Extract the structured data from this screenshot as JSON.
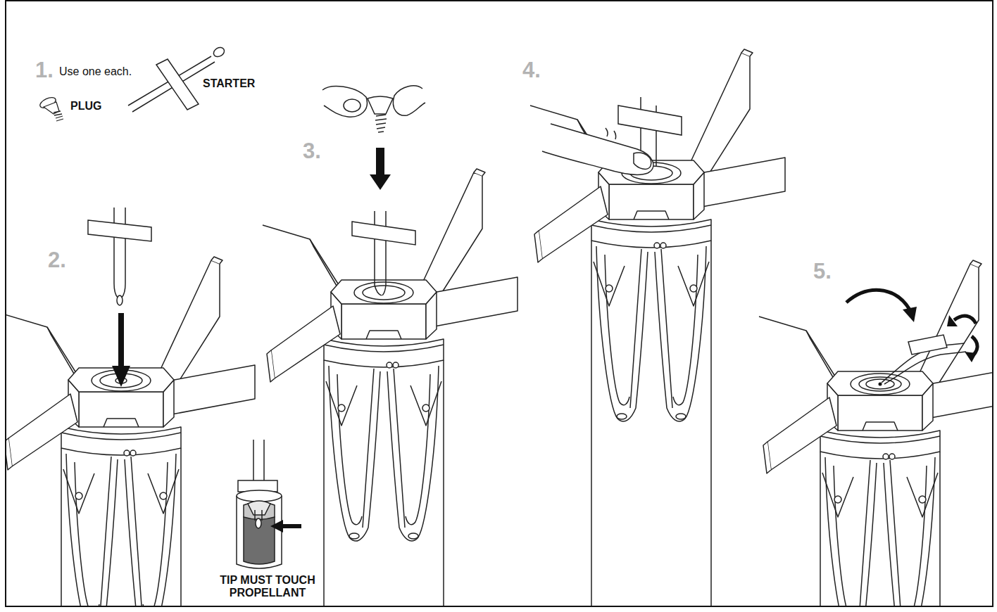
{
  "diagram": {
    "labels": [
      "1.",
      "Use one each.",
      "STARTER",
      "PLUG",
      "2.",
      "3.",
      "4.",
      "5.",
      "TIP MUST TOUCH PROPELLANT"
    ]
  }
}
